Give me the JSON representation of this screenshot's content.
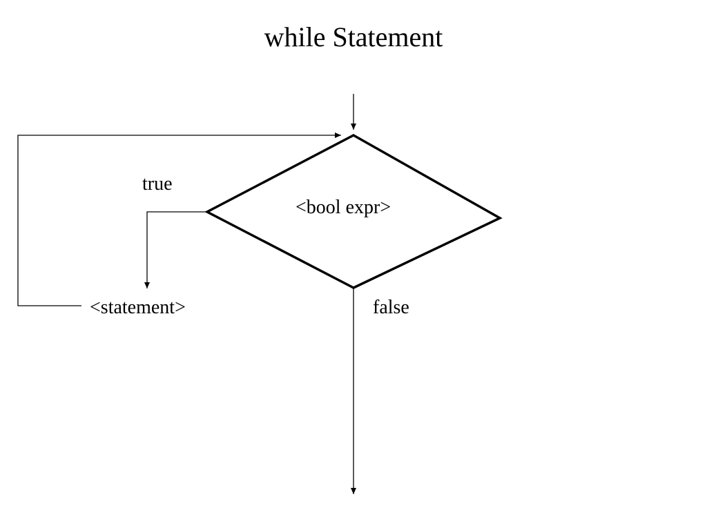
{
  "title": "while Statement",
  "decision": {
    "condition": "<bool expr>",
    "true_label": "true",
    "false_label": "false"
  },
  "statement": "<statement>",
  "colors": {
    "line": "#000000",
    "background": "#ffffff"
  }
}
